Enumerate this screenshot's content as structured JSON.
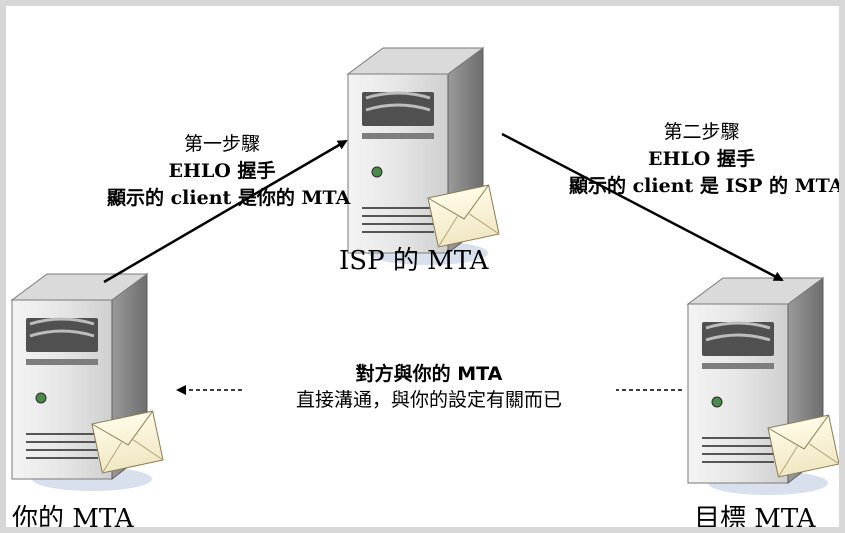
{
  "nodes": {
    "your_mta": {
      "label": "你的 MTA"
    },
    "isp_mta": {
      "label": "ISP 的 MTA"
    },
    "target_mta": {
      "label": "目標 MTA"
    }
  },
  "steps": {
    "step1": {
      "line1": "第一步驟",
      "line2": "EHLO 握手",
      "line3": "顯示的 client 是你的 MTA"
    },
    "step2": {
      "line1": "第二步驟",
      "line2": "EHLO 握手",
      "line3": "顯示的 client 是 ISP 的 MTA"
    }
  },
  "note": {
    "line1": "對方與你的 MTA",
    "line2": "直接溝通，與你的設定有關而已"
  }
}
